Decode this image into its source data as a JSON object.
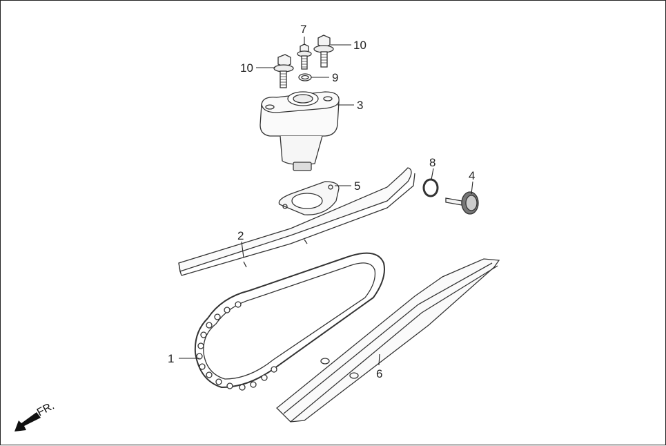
{
  "diagram": {
    "type": "exploded parts diagram",
    "subject": "cam chain tensioner assembly",
    "direction_indicator": {
      "label": "FR.",
      "icon": "arrow-front-icon"
    },
    "callouts": [
      {
        "number": "1",
        "part": "cam chain"
      },
      {
        "number": "2",
        "part": "chain tensioner slipper"
      },
      {
        "number": "3",
        "part": "tensioner lifter body"
      },
      {
        "number": "4",
        "part": "tensioner screw / plug"
      },
      {
        "number": "5",
        "part": "lifter gasket"
      },
      {
        "number": "6",
        "part": "chain guide"
      },
      {
        "number": "7",
        "part": "bolt"
      },
      {
        "number": "8",
        "part": "o-ring"
      },
      {
        "number": "9",
        "part": "washer"
      },
      {
        "number": "10a",
        "label": "10",
        "part": "flange bolt (left)"
      },
      {
        "number": "10b",
        "label": "10",
        "part": "flange bolt (right)"
      }
    ]
  },
  "labels": {
    "c1": "1",
    "c2": "2",
    "c3": "3",
    "c4": "4",
    "c5": "5",
    "c6": "6",
    "c7": "7",
    "c8": "8",
    "c9": "9",
    "c10a": "10",
    "c10b": "10",
    "fr": "FR."
  }
}
